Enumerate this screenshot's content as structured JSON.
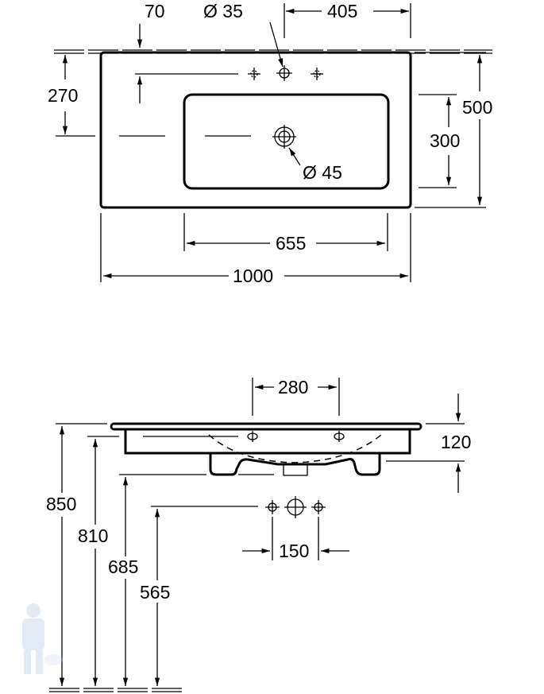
{
  "top_view": {
    "dim_edge_to_tap": "70",
    "dim_tap_hole": "Ø 35",
    "dim_tap_to_edge": "405",
    "dim_tap_depth": "270",
    "dim_depth": "500",
    "dim_bowl_depth": "300",
    "dim_drain": "Ø 45",
    "dim_bowl_width": "655",
    "dim_width": "1000"
  },
  "side_view": {
    "dim_mount_spacing": "280",
    "dim_height": "120",
    "dim_top_height": "850",
    "dim_underside_height": "810",
    "dim_bottom_height": "685",
    "dim_supply_height": "565",
    "dim_supply_spacing": "150"
  },
  "colors": {
    "line": "#000000",
    "background": "#ffffff"
  }
}
